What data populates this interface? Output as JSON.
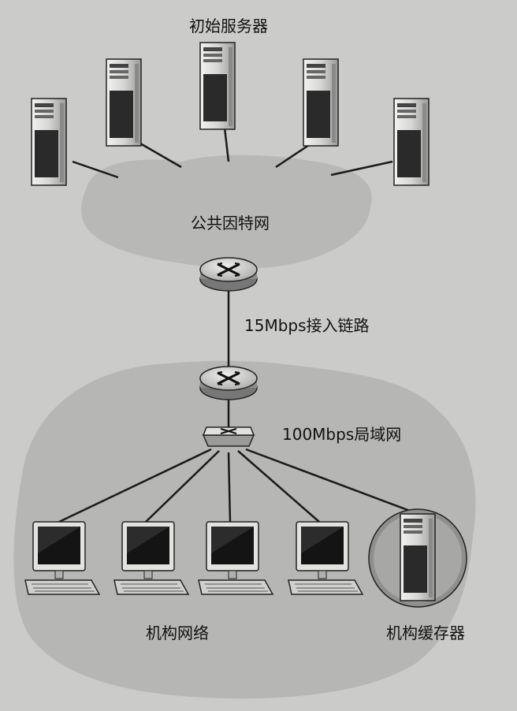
{
  "labels": {
    "origin_servers": "初始服务器",
    "public_internet": "公共因特网",
    "access_link": "15Mbps接入链路",
    "lan": "100Mbps局域网",
    "institutional_network": "机构网络",
    "institutional_cache": "机构缓存器"
  },
  "colors": {
    "background": "#cbcbc9",
    "cloud": "#b9b9b7",
    "device": "#dcdcda",
    "outline": "#222222"
  }
}
